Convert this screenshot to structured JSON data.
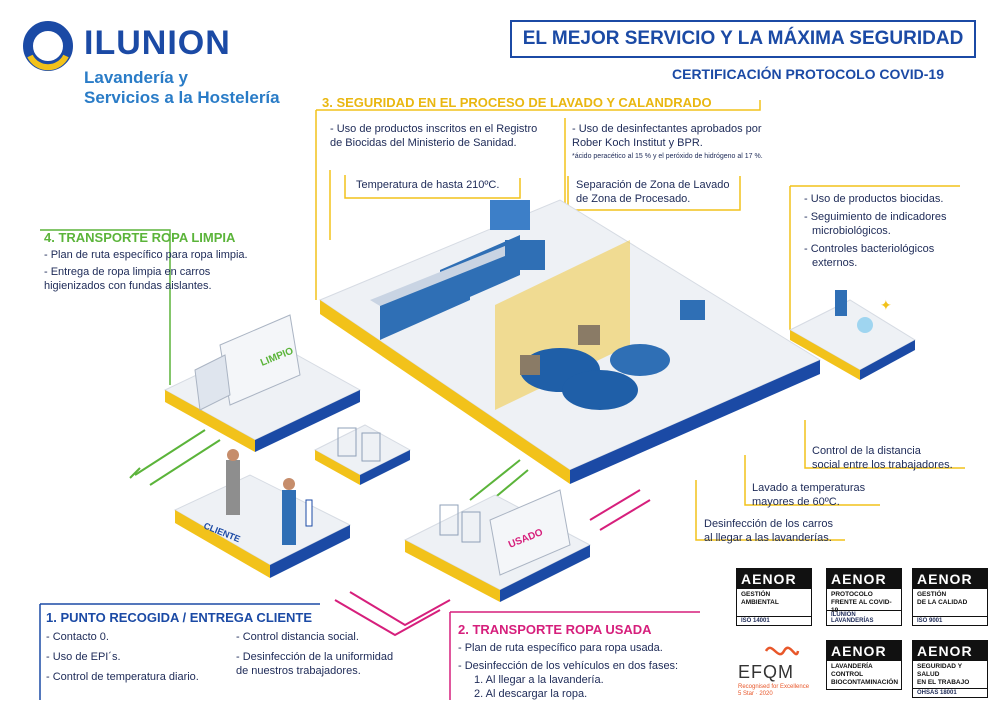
{
  "header": {
    "brand": "ILUNION",
    "subtitle_line1": "Lavandería y",
    "subtitle_line2": "Servicios a la Hostelería",
    "headline": "EL MEJOR SERVICIO Y LA MÁXIMA SEGURIDAD",
    "certification": "CERTIFICACIÓN PROTOCOLO COVID-19"
  },
  "section3": {
    "title": "3. SEGURIDAD EN EL PROCESO DE LAVADO Y CALANDRADO",
    "item1_l1": "- Uso de productos inscritos en el Registro",
    "item1_l2": "de Biocidas del Ministerio de Sanidad.",
    "item2_l1": "- Uso de desinfectantes aprobados por",
    "item2_l2": "Rober Koch Institut y BPR.",
    "item2_note": "*ácido peracético al 15 % y el peróxido de hidrógeno al 17 %.",
    "temp": "Temperatura de hasta 210ºC.",
    "sep_l1": "Separación de Zona de Lavado",
    "sep_l2": "de Zona de Procesado."
  },
  "lab": {
    "item1": "- Uso de productos biocidas.",
    "item2_l1": "- Seguimiento de indicadores",
    "item2_l2": "microbiológicos.",
    "item3_l1": "- Controles bacteriológicos",
    "item3_l2": "externos."
  },
  "section4": {
    "title": "4. TRANSPORTE ROPA LIMPIA",
    "item1": "- Plan de ruta específico para ropa limpia.",
    "item2_l1": "- Entrega de ropa limpia en carros",
    "item2_l2": "higienizados con fundas aislantes."
  },
  "callouts": {
    "distance_l1": "Control de la distancia",
    "distance_l2": "social entre los trabajadores.",
    "wash_l1": "Lavado a temperaturas",
    "wash_l2": "mayores de 60ºC.",
    "carts_l1": "Desinfección de los carros",
    "carts_l2": "al llegar a las lavanderías."
  },
  "section1": {
    "title": "1. PUNTO RECOGIDA / ENTREGA CLIENTE",
    "a1": "- Contacto 0.",
    "a2": "- Uso de EPI´s.",
    "a3": "- Control de temperatura diario.",
    "b1": "- Control distancia social.",
    "b2_l1": "- Desinfección de la uniformidad",
    "b2_l2": "de nuestros trabajadores."
  },
  "section2": {
    "title": "2. TRANSPORTE ROPA USADA",
    "item1": "- Plan de ruta específico para ropa usada.",
    "item2": "- Desinfección de los vehículos en dos fases:",
    "sub1": "1. Al llegar a la lavandería.",
    "sub2": "2. Al descargar la ropa."
  },
  "illustration": {
    "truck_clean_label": "LIMPIO",
    "truck_used_label": "USADO",
    "client_label": "CLIENTE"
  },
  "certs": {
    "aenor1": {
      "head": "AENOR",
      "l1": "GESTIÓN",
      "l2": "AMBIENTAL",
      "foot": "ISO 14001"
    },
    "aenor2": {
      "head": "AENOR",
      "l1": "PROTOCOLO",
      "l2": "FRENTE AL COVID-19",
      "foot": "ILUNION LAVANDERÍAS"
    },
    "aenor3": {
      "head": "AENOR",
      "l1": "GESTIÓN",
      "l2": "DE LA CALIDAD",
      "foot": "ISO 9001"
    },
    "aenor4": {
      "head": "AENOR",
      "l1": "LAVANDERÍA",
      "l2": "CONTROL",
      "l3": "BIOCONTAMINACIÓN"
    },
    "aenor5": {
      "head": "AENOR",
      "l1": "SEGURIDAD Y SALUD",
      "l2": "EN EL TRABAJO",
      "foot": "OHSAS 18001"
    },
    "efqm": "EFQM",
    "efqm_sub1": "Recognised for Excellence",
    "efqm_sub2": "5 Star · 2020"
  },
  "colors": {
    "brand_blue": "#1b4aa5",
    "yellow": "#f2c21a",
    "green": "#5bb43a",
    "magenta": "#d61f7c"
  }
}
